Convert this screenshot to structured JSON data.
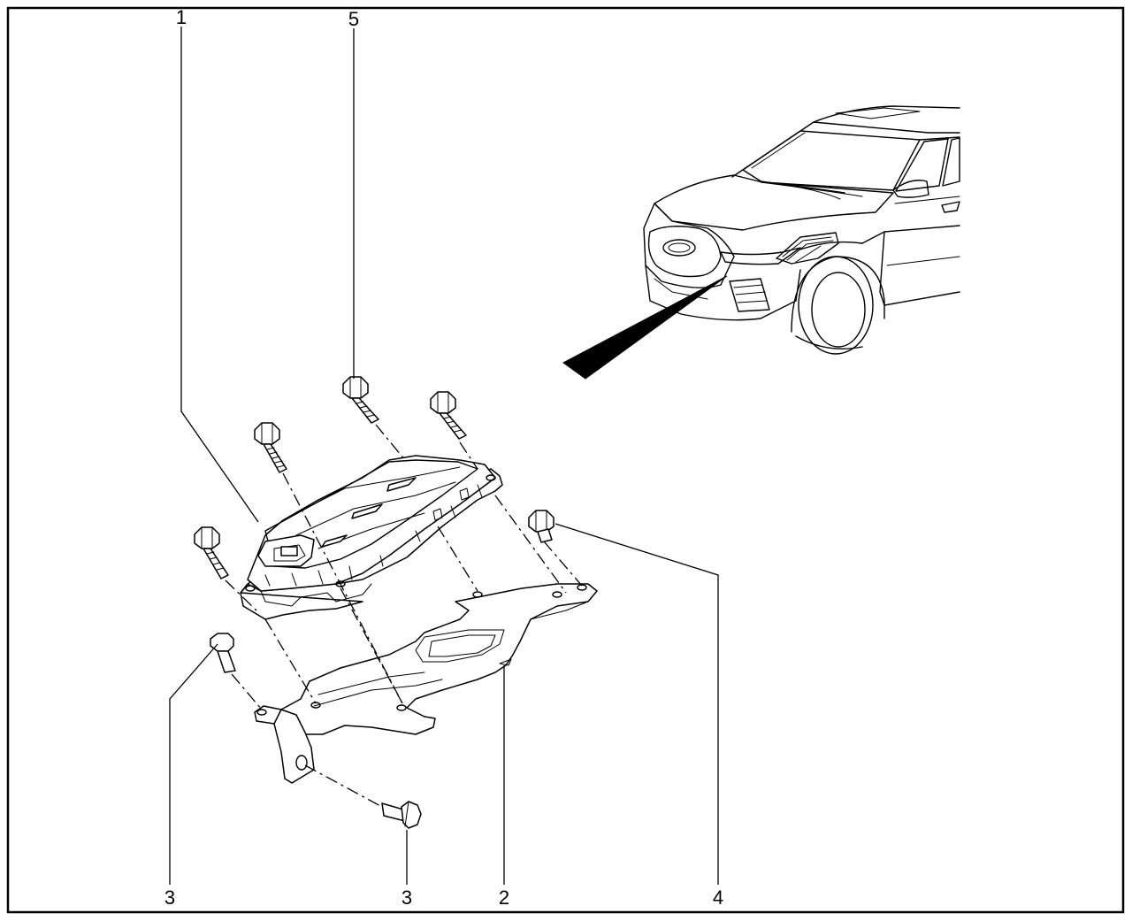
{
  "callouts": {
    "c1": "1",
    "c5": "5",
    "c3_left": "3",
    "c3_bottom": "3",
    "c2": "2",
    "c4": "4"
  }
}
